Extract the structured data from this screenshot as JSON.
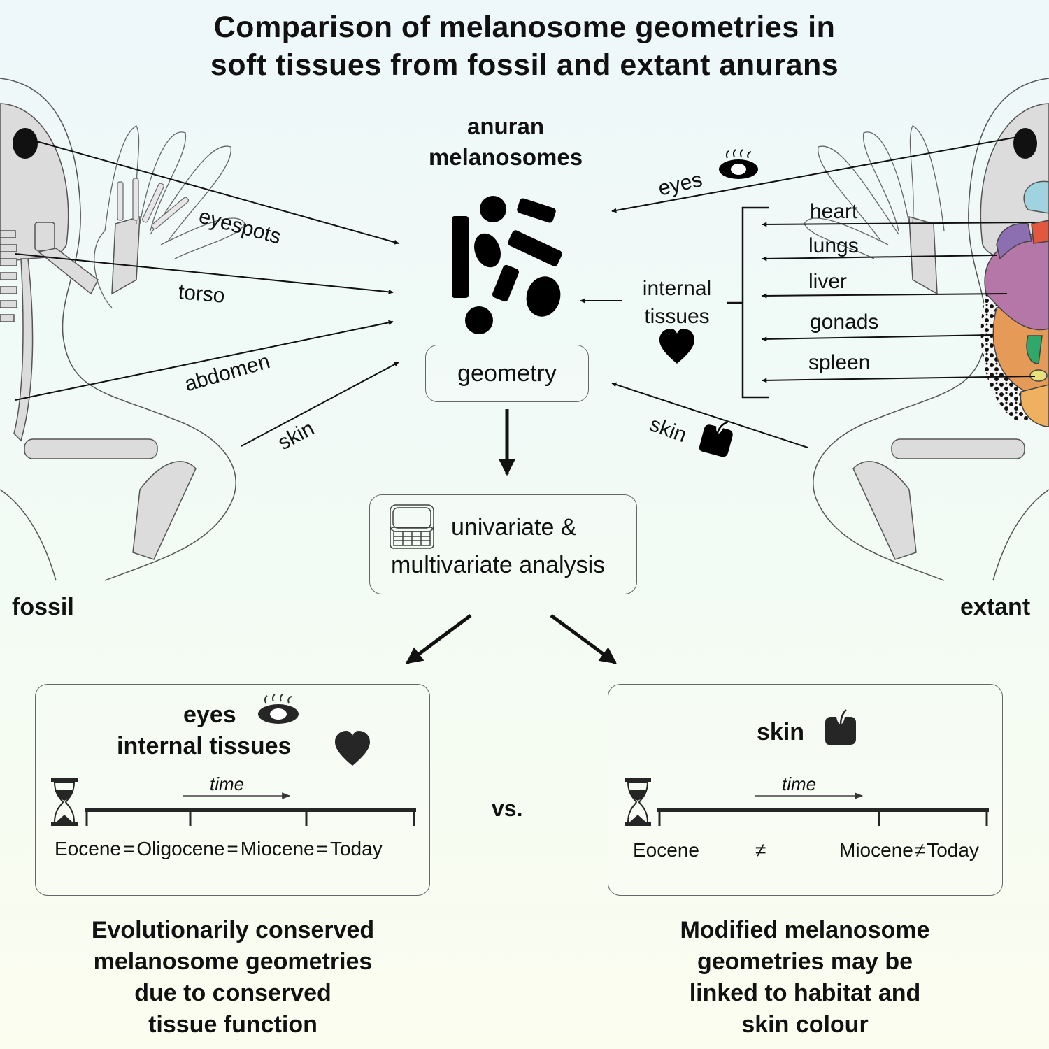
{
  "title": {
    "line1": "Comparison of melanosome geometries in",
    "line2": "soft tissues from fossil and extant anurans"
  },
  "center": {
    "heading_line1": "anuran",
    "heading_line2": "melanosomes",
    "geometry_label": "geometry",
    "analysis_line1": "univariate &",
    "analysis_line2": "multivariate analysis",
    "analysis_icon": "computer-icon"
  },
  "fossil": {
    "label": "fossil",
    "tissues": [
      "eyespots",
      "torso",
      "abdomen",
      "skin"
    ]
  },
  "extant": {
    "label": "extant",
    "eyes_label": "eyes",
    "internal_label_line1": "internal",
    "internal_label_line2": "tissues",
    "skin_label": "skin",
    "organs": [
      "heart",
      "lungs",
      "liver",
      "gonads",
      "spleen"
    ],
    "organ_colors": {
      "heart": "#e2583e",
      "lungs": "#8c6fb0",
      "liver": "#b576a8",
      "gonads": "#e59a57",
      "spleen": "#e8e07a",
      "skull_cavity": "#9fd3df",
      "gut": "#2fa86a"
    }
  },
  "results": {
    "left": {
      "heading_line1": "eyes",
      "heading_line2": "internal tissues",
      "time_label": "time",
      "periods": [
        "Eocene",
        "Oligocene",
        "Miocene",
        "Today"
      ],
      "relation": "=",
      "conclusion": [
        "Evolutionarily conserved",
        "melanosome geometries",
        "due to conserved",
        "tissue function"
      ]
    },
    "vs": "vs.",
    "right": {
      "heading": "skin",
      "time_label": "time",
      "periods": [
        "Eocene",
        "Miocene",
        "Today"
      ],
      "relation": "≠",
      "conclusion": [
        "Modified melanosome",
        "geometries may be",
        "linked to habitat and",
        "skin colour"
      ]
    }
  }
}
